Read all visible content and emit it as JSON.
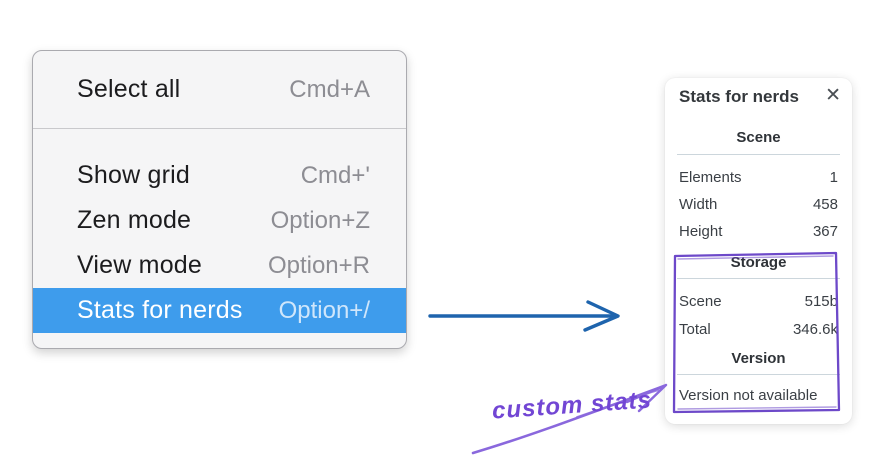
{
  "menu": {
    "sections": [
      {
        "items": [
          {
            "label": "Select all",
            "shortcut": "Cmd+A"
          }
        ]
      },
      {
        "items": [
          {
            "label": "Show grid",
            "shortcut": "Cmd+'"
          },
          {
            "label": "Zen mode",
            "shortcut": "Option+Z"
          },
          {
            "label": "View mode",
            "shortcut": "Option+R"
          },
          {
            "label": "Stats for nerds",
            "shortcut": "Option+/"
          }
        ]
      }
    ],
    "highlighted_item": "Stats for nerds"
  },
  "panel": {
    "title": "Stats for nerds",
    "close_glyph": "✕",
    "sections": [
      {
        "header": "Scene",
        "rows": [
          {
            "label": "Elements",
            "value": "1"
          },
          {
            "label": "Width",
            "value": "458"
          },
          {
            "label": "Height",
            "value": "367"
          }
        ]
      },
      {
        "header": "Storage",
        "rows": [
          {
            "label": "Scene",
            "value": "515b"
          },
          {
            "label": "Total",
            "value": "346.6k"
          }
        ]
      },
      {
        "header": "Version",
        "note": "Version not available"
      }
    ]
  },
  "annotation": {
    "label": "custom stats"
  },
  "colors": {
    "menu_highlight": "#3e9cec",
    "menu_bg": "#f5f5f6",
    "arrow_blue": "#1e64ad",
    "annotation_purple": "#6d49c9",
    "annotation_text_purple": "#7246d4"
  }
}
